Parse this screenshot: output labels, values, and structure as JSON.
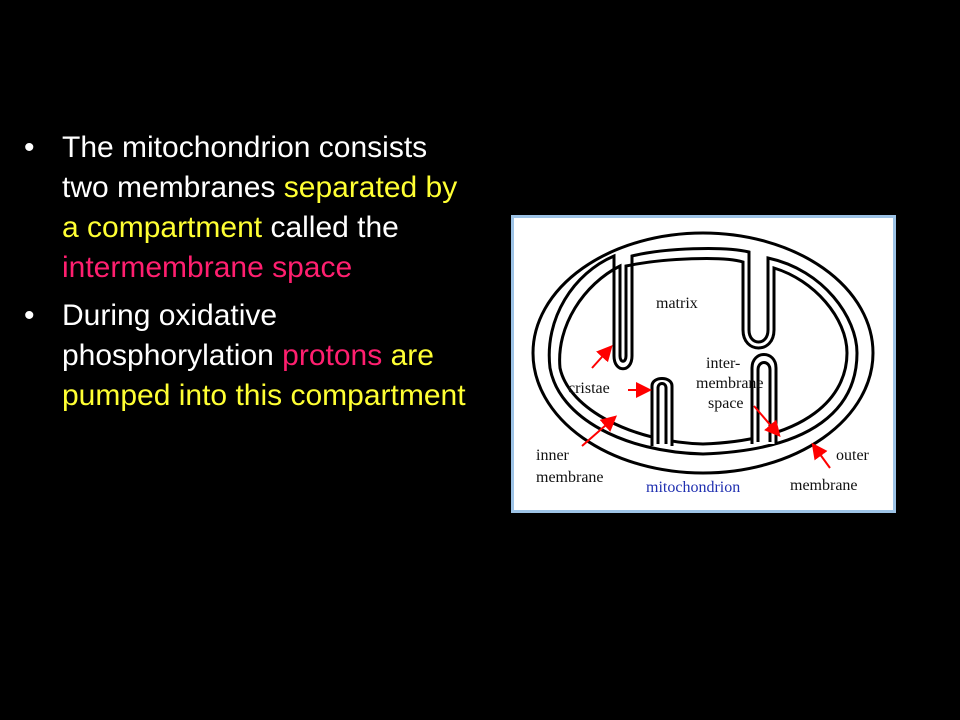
{
  "colors": {
    "background": "#000000",
    "text": "#ffffff",
    "yellow": "#ffff33",
    "pink": "#ff1f6f",
    "arrow": "#ff0000",
    "caption": "#1f2fb0",
    "frame": "#9dc3e6"
  },
  "bullets": [
    {
      "dot": "•",
      "seg1": "The mitochondrion consists two membranes",
      "seg2": "separated by a compartment",
      "seg3": "called the",
      "seg4": "intermembrane space"
    },
    {
      "dot": "•",
      "seg1": "During oxidative phosphorylation",
      "seg2": "protons",
      "seg3": "are pumped into this compartment"
    }
  ],
  "diagram": {
    "matrix": "matrix",
    "cristae": "cristae",
    "inter_line1": "inter-",
    "inter_line2": "membrane",
    "inter_line3": "space",
    "inner_line1": "inner",
    "inner_line2": "membrane",
    "outer_line1": "outer",
    "outer_line2": "membrane",
    "caption": "mitochondrion"
  }
}
